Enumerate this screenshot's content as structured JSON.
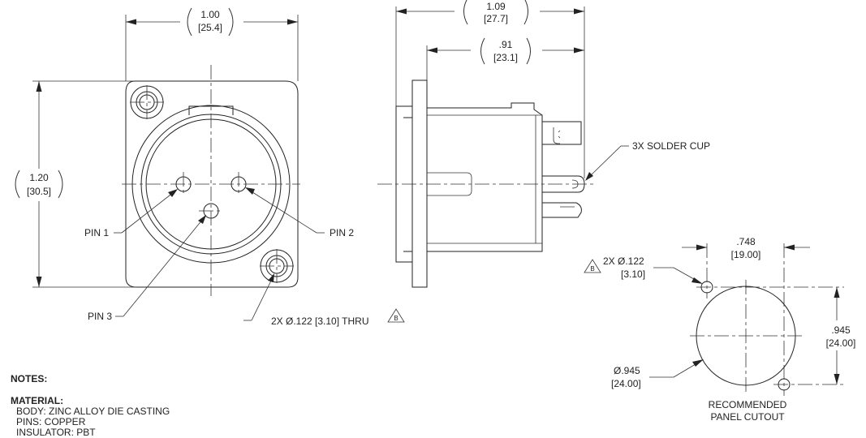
{
  "front_view": {
    "width_dim": "1.00",
    "width_dim_mm": "[25.4]",
    "height_dim": "1.20",
    "height_dim_mm": "[30.5]",
    "pin1": "PIN 1",
    "pin2": "PIN 2",
    "pin3": "PIN 3",
    "hole_callout": "2X Ø.122 [3.10] THRU",
    "datum": "B"
  },
  "side_view": {
    "overall_dim": "1.09",
    "overall_dim_mm": "[27.7]",
    "body_dim": ".91",
    "body_dim_mm": "[23.1]",
    "solder_cup": "3X SOLDER CUP"
  },
  "panel_cutout": {
    "spacing_dim": ".748",
    "spacing_dim_mm": "[19.00]",
    "vert_dim": ".945",
    "vert_dim_mm": "[24.00]",
    "hole_callout": "2X  Ø.122",
    "hole_callout_mm": "[3.10]",
    "diameter_dim": "Ø.945",
    "diameter_dim_mm": "[24.00]",
    "datum": "B",
    "title_line1": "RECOMMENDED",
    "title_line2": "PANEL CUTOUT"
  },
  "notes": {
    "heading": "NOTES:",
    "material_heading": "MATERIAL:",
    "body": "BODY: ZINC ALLOY DIE CASTING",
    "pins": "PINS: COPPER",
    "insulator": "INSULATOR: PBT"
  }
}
